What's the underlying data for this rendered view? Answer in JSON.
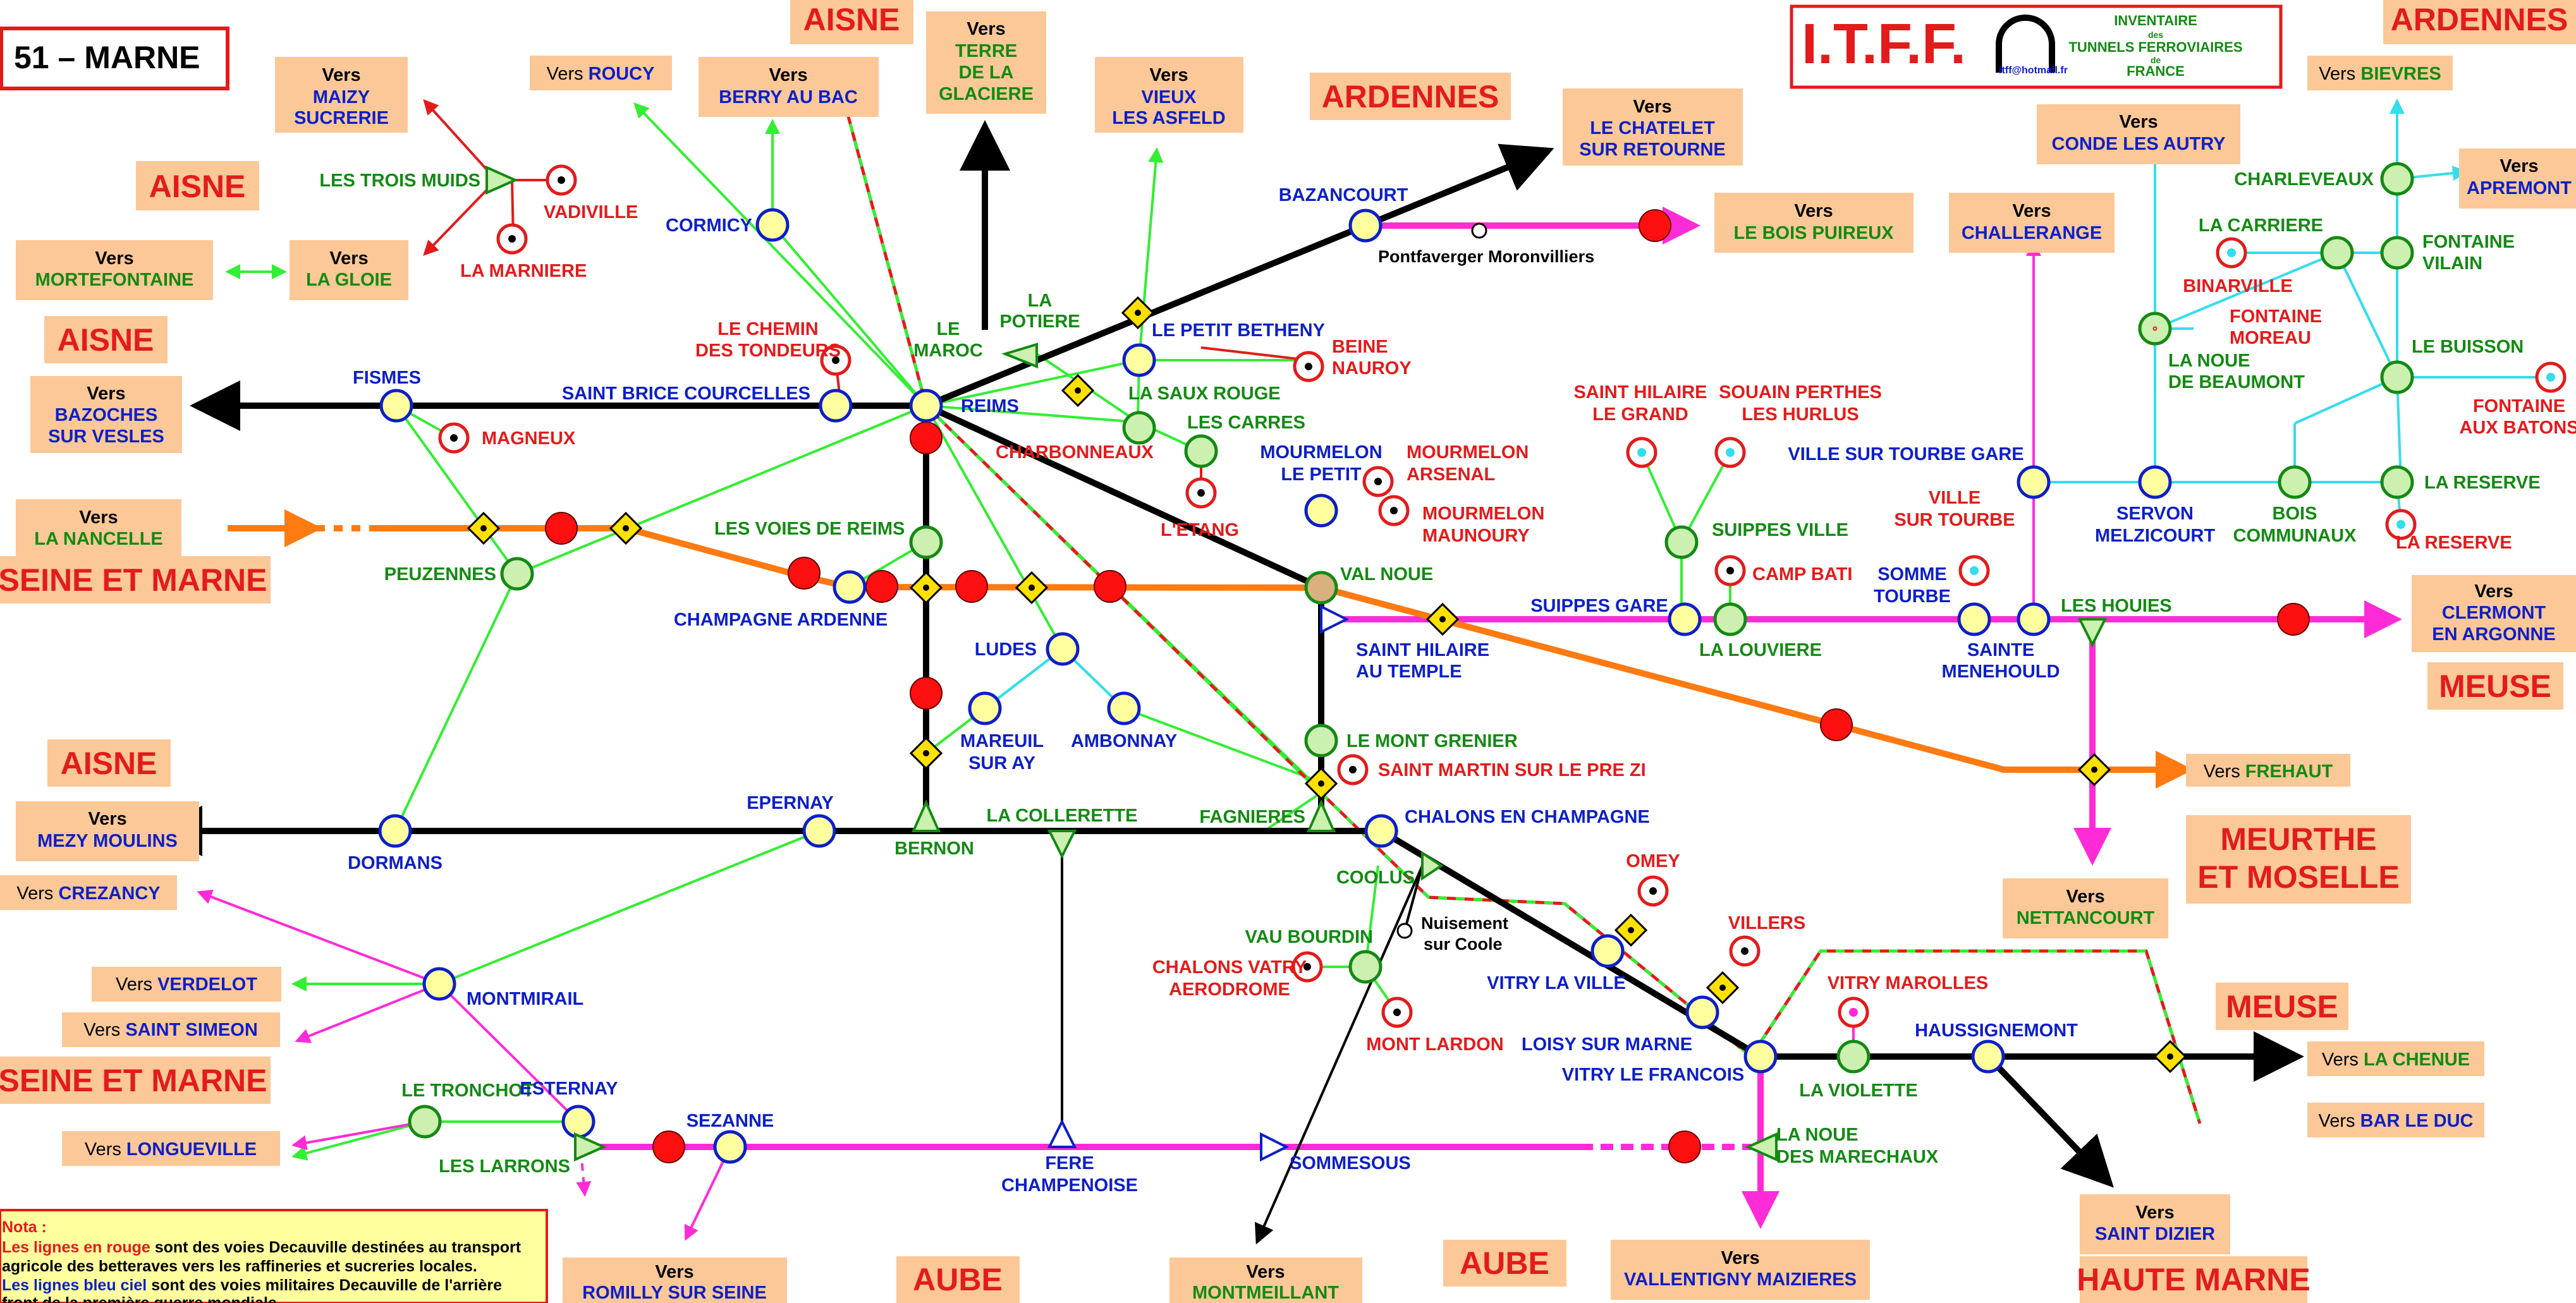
{
  "title": "51 – MARNE",
  "header": {
    "logo_text": "I.T.F.F.",
    "inventory_lines": [
      "INVENTAIRE",
      "des",
      "TUNNELS FERROVIAIRES",
      "de",
      "FRANCE"
    ],
    "email": "itff@hotmail.fr"
  },
  "colors": {
    "main_line": "#000000",
    "secondary_line": "#33ee33",
    "decauville_military": "#33ddee",
    "decauville_agricultural": "#e31b1b",
    "tgv_line": "#ff2bd6",
    "lgv_line": "#ff7a10",
    "box_fill": "#fcc897",
    "region_text": "#e31b1b",
    "station_blue": "#0d1fc7",
    "station_green": "#138a13",
    "station_red": "#e31b1b"
  },
  "regions": [
    {
      "id": "aisne-top",
      "text": "AISNE"
    },
    {
      "id": "aisne-left1",
      "text": "AISNE"
    },
    {
      "id": "aisne-left2",
      "text": "AISNE"
    },
    {
      "id": "aisne-left3",
      "text": "AISNE"
    },
    {
      "id": "ardennes-mid",
      "text": "ARDENNES"
    },
    {
      "id": "ardennes-right",
      "text": "ARDENNES"
    },
    {
      "id": "seine-marne1",
      "text": "SEINE ET MARNE"
    },
    {
      "id": "seine-marne2",
      "text": "SEINE ET MARNE"
    },
    {
      "id": "meuse1",
      "text": "MEUSE"
    },
    {
      "id": "meuse2",
      "text": "MEUSE"
    },
    {
      "id": "meurthe",
      "text": "MEURTHE"
    },
    {
      "id": "moselle",
      "text": "ET MOSELLE"
    },
    {
      "id": "aube1",
      "text": "AUBE"
    },
    {
      "id": "aube2",
      "text": "AUBE"
    },
    {
      "id": "haute-marne",
      "text": "HAUTE MARNE"
    }
  ],
  "destinations": [
    {
      "id": "maizy",
      "vers": "Vers",
      "lines": [
        "MAIZY",
        "SUCRERIE"
      ]
    },
    {
      "id": "roucy",
      "vers": "Vers",
      "lines": [
        "ROUCY"
      ]
    },
    {
      "id": "berry",
      "vers": "Vers",
      "lines": [
        "BERRY AU BAC"
      ]
    },
    {
      "id": "terre",
      "vers": "Vers",
      "lines": [
        "TERRE",
        "DE LA",
        "GLACIERE"
      ]
    },
    {
      "id": "vieux",
      "vers": "Vers",
      "lines": [
        "VIEUX",
        "LES ASFELD"
      ]
    },
    {
      "id": "chatelet",
      "vers": "Vers",
      "lines": [
        "LE CHATELET",
        "SUR RETOURNE"
      ]
    },
    {
      "id": "boispuireux",
      "vers": "Vers",
      "lines": [
        "LE BOIS PUIREUX"
      ]
    },
    {
      "id": "bievres",
      "vers": "Vers",
      "lines": [
        "BIEVRES"
      ]
    },
    {
      "id": "conde",
      "vers": "Vers",
      "lines": [
        "CONDE LES AUTRY"
      ]
    },
    {
      "id": "apremont",
      "vers": "Vers",
      "lines": [
        "APREMONT"
      ]
    },
    {
      "id": "challerange",
      "vers": "Vers",
      "lines": [
        "CHALLERANGE"
      ]
    },
    {
      "id": "mortefontaine",
      "vers": "Vers",
      "lines": [
        "MORTEFONTAINE"
      ]
    },
    {
      "id": "gloie",
      "vers": "Vers",
      "lines": [
        "LA GLOIE"
      ]
    },
    {
      "id": "bazoches",
      "vers": "Vers",
      "lines": [
        "BAZOCHES",
        "SUR VESLES"
      ]
    },
    {
      "id": "nancelle",
      "vers": "Vers",
      "lines": [
        "LA NANCELLE"
      ]
    },
    {
      "id": "clermont",
      "vers": "Vers",
      "lines": [
        "CLERMONT",
        "EN ARGONNE"
      ]
    },
    {
      "id": "frehaut",
      "vers": "Vers",
      "lines": [
        "FREHAUT"
      ]
    },
    {
      "id": "mezy",
      "vers": "Vers",
      "lines": [
        "MEZY MOULINS"
      ]
    },
    {
      "id": "crezancy",
      "vers": "Vers",
      "lines": [
        "CREZANCY"
      ]
    },
    {
      "id": "verdelot",
      "vers": "Vers",
      "lines": [
        "VERDELOT"
      ]
    },
    {
      "id": "simeon",
      "vers": "Vers",
      "lines": [
        "SAINT SIMEON"
      ]
    },
    {
      "id": "longueville",
      "vers": "Vers",
      "lines": [
        "LONGUEVILLE"
      ]
    },
    {
      "id": "nettancourt",
      "vers": "Vers",
      "lines": [
        "NETTANCOURT"
      ]
    },
    {
      "id": "chenue",
      "vers": "Vers",
      "lines": [
        "LA CHENUE"
      ]
    },
    {
      "id": "barleduc",
      "vers": "Vers",
      "lines": [
        "BAR LE DUC"
      ]
    },
    {
      "id": "saintdizier",
      "vers": "Vers",
      "lines": [
        "SAINT DIZIER"
      ]
    },
    {
      "id": "romilly",
      "vers": "Vers",
      "lines": [
        "ROMILLY SUR SEINE"
      ]
    },
    {
      "id": "montmeillant",
      "vers": "Vers",
      "lines": [
        "MONTMEILLANT"
      ]
    },
    {
      "id": "vallentigny",
      "vers": "Vers",
      "lines": [
        "VALLENTIGNY MAIZIERES"
      ]
    }
  ],
  "stations": [
    {
      "id": "fismes",
      "label": [
        "FISMES"
      ],
      "color": "blue"
    },
    {
      "id": "stbrice",
      "label": [
        "SAINT BRICE COURCELLES"
      ],
      "color": "blue"
    },
    {
      "id": "reims",
      "label": [
        "REIMS"
      ],
      "color": "blue"
    },
    {
      "id": "cormicy",
      "label": [
        "CORMICY"
      ],
      "color": "blue"
    },
    {
      "id": "bazancourt",
      "label": [
        "BAZANCOURT"
      ],
      "color": "blue"
    },
    {
      "id": "pontfaverger",
      "label": [
        "Pontfaverger Moronvilliers"
      ],
      "color": "black"
    },
    {
      "id": "troismuids",
      "label": [
        "LES TROIS MUIDS"
      ],
      "color": "green"
    },
    {
      "id": "vadiville",
      "label": [
        "VADIVILLE"
      ],
      "color": "red"
    },
    {
      "id": "marniere",
      "label": [
        "LA MARNIERE"
      ],
      "color": "red"
    },
    {
      "id": "chemin",
      "label": [
        "LE CHEMIN",
        "DES TONDEURS"
      ],
      "color": "red"
    },
    {
      "id": "maroc",
      "label": [
        "LE",
        "MAROC"
      ],
      "color": "green"
    },
    {
      "id": "potiere",
      "label": [
        "LA",
        "POTIERE"
      ],
      "color": "green"
    },
    {
      "id": "bethany",
      "label": [
        "LE PETIT BETHENY"
      ],
      "color": "blue"
    },
    {
      "id": "beine",
      "label": [
        "BEINE",
        "NAUROY"
      ],
      "color": "red"
    },
    {
      "id": "sauxrouge",
      "label": [
        "LA SAUX ROUGE"
      ],
      "color": "green"
    },
    {
      "id": "charbonneaux",
      "label": [
        "CHARBONNEAUX"
      ],
      "color": "red"
    },
    {
      "id": "carres",
      "label": [
        "LES CARRES"
      ],
      "color": "green"
    },
    {
      "id": "etang",
      "label": [
        "L'ETANG"
      ],
      "color": "red"
    },
    {
      "id": "mourmelon",
      "label": [
        "MOURMELON",
        "LE PETIT"
      ],
      "color": "blue"
    },
    {
      "id": "arsenal",
      "label": [
        "MOURMELON",
        "ARSENAL"
      ],
      "color": "red"
    },
    {
      "id": "maunoury",
      "label": [
        "MOURMELON",
        "MAUNOURY"
      ],
      "color": "red"
    },
    {
      "id": "magneux",
      "label": [
        "MAGNEUX"
      ],
      "color": "red"
    },
    {
      "id": "peuzennes",
      "label": [
        "PEUZENNES"
      ],
      "color": "green"
    },
    {
      "id": "voiesreims",
      "label": [
        "LES VOIES DE REIMS"
      ],
      "color": "green"
    },
    {
      "id": "champagne",
      "label": [
        "CHAMPAGNE ARDENNE"
      ],
      "color": "blue"
    },
    {
      "id": "valnoue",
      "label": [
        "VAL NOUE"
      ],
      "color": "green"
    },
    {
      "id": "sthilairetemple",
      "label": [
        "SAINT HILAIRE",
        "AU TEMPLE"
      ],
      "color": "blue"
    },
    {
      "id": "sthilairegrand",
      "label": [
        "SAINT HILAIRE",
        "LE GRAND"
      ],
      "color": "red"
    },
    {
      "id": "souain",
      "label": [
        "SOUAIN PERTHES",
        "LES HURLUS"
      ],
      "color": "red"
    },
    {
      "id": "suippesville",
      "label": [
        "SUIPPES VILLE"
      ],
      "color": "green"
    },
    {
      "id": "campbati",
      "label": [
        "CAMP BATI"
      ],
      "color": "red"
    },
    {
      "id": "suippesgare",
      "label": [
        "SUIPPES GARE"
      ],
      "color": "blue"
    },
    {
      "id": "louviere",
      "label": [
        "LA LOUVIERE"
      ],
      "color": "green"
    },
    {
      "id": "villesurtourbegare",
      "label": [
        "VILLE SUR TOURBE GARE"
      ],
      "color": "blue"
    },
    {
      "id": "villesurtourbe",
      "label": [
        "VILLE",
        "SUR TOURBE"
      ],
      "color": "red"
    },
    {
      "id": "sommetourbe",
      "label": [
        "SOMME",
        "TOURBE"
      ],
      "color": "blue"
    },
    {
      "id": "stmenehould",
      "label": [
        "SAINTE",
        "MENEHOULD"
      ],
      "color": "blue"
    },
    {
      "id": "houies",
      "label": [
        "LES HOUIES"
      ],
      "color": "green"
    },
    {
      "id": "servon",
      "label": [
        "SERVON",
        "MELZICOURT"
      ],
      "color": "blue"
    },
    {
      "id": "boiscomm",
      "label": [
        "BOIS",
        "COMMUNAUX"
      ],
      "color": "green"
    },
    {
      "id": "reserve",
      "label": [
        "LA RESERVE"
      ],
      "color": "green"
    },
    {
      "id": "reserve2",
      "label": [
        "LA RESERVE"
      ],
      "color": "red"
    },
    {
      "id": "charleveaux",
      "label": [
        "CHARLEVEAUX"
      ],
      "color": "green"
    },
    {
      "id": "carriere",
      "label": [
        "LA CARRIERE"
      ],
      "color": "green"
    },
    {
      "id": "fontainevilain",
      "label": [
        "FONTAINE",
        "VILAIN"
      ],
      "color": "green"
    },
    {
      "id": "binarville",
      "label": [
        "BINARVILLE"
      ],
      "color": "red"
    },
    {
      "id": "fontainemoreau",
      "label": [
        "FONTAINE",
        "MOREAU"
      ],
      "color": "red"
    },
    {
      "id": "lanoue",
      "label": [
        "LA NOUE",
        "DE BEAUMONT"
      ],
      "color": "green"
    },
    {
      "id": "buisson",
      "label": [
        "LE BUISSON"
      ],
      "color": "green"
    },
    {
      "id": "fontainebatons",
      "label": [
        "FONTAINE",
        "AUX BATONS"
      ],
      "color": "red"
    },
    {
      "id": "ludes",
      "label": [
        "LUDES"
      ],
      "color": "blue"
    },
    {
      "id": "mareuil",
      "label": [
        "MAREUIL",
        "SUR AY"
      ],
      "color": "blue"
    },
    {
      "id": "ambonnay",
      "label": [
        "AMBONNAY"
      ],
      "color": "blue"
    },
    {
      "id": "montgrenier",
      "label": [
        "LE MONT GRENIER"
      ],
      "color": "green"
    },
    {
      "id": "stmartin",
      "label": [
        "SAINT MARTIN SUR LE PRE ZI"
      ],
      "color": "red"
    },
    {
      "id": "epernay",
      "label": [
        "EPERNAY"
      ],
      "color": "blue"
    },
    {
      "id": "dormans",
      "label": [
        "DORMANS"
      ],
      "color": "blue"
    },
    {
      "id": "bernon",
      "label": [
        "BERNON"
      ],
      "color": "green"
    },
    {
      "id": "collerette",
      "label": [
        "LA COLLERETTE"
      ],
      "color": "green"
    },
    {
      "id": "fagnieres",
      "label": [
        "FAGNIERES"
      ],
      "color": "green"
    },
    {
      "id": "chalons",
      "label": [
        "CHALONS EN CHAMPAGNE"
      ],
      "color": "blue"
    },
    {
      "id": "coolus",
      "label": [
        "COOLUS"
      ],
      "color": "green"
    },
    {
      "id": "nuisement",
      "label": [
        "Nuisement",
        "sur Coole"
      ],
      "color": "black"
    },
    {
      "id": "vaubourdin",
      "label": [
        "VAU BOURDIN"
      ],
      "color": "green"
    },
    {
      "id": "vatry",
      "label": [
        "CHALONS VATRY",
        "AERODROME"
      ],
      "color": "red"
    },
    {
      "id": "montlardon",
      "label": [
        "MONT LARDON"
      ],
      "color": "red"
    },
    {
      "id": "omey",
      "label": [
        "OMEY"
      ],
      "color": "red"
    },
    {
      "id": "villers",
      "label": [
        "VILLERS"
      ],
      "color": "red"
    },
    {
      "id": "vitryville",
      "label": [
        "VITRY LA VILLE"
      ],
      "color": "blue"
    },
    {
      "id": "loisy",
      "label": [
        "LOISY SUR MARNE"
      ],
      "color": "blue"
    },
    {
      "id": "vitryfrancois",
      "label": [
        "VITRY LE FRANCOIS"
      ],
      "color": "blue"
    },
    {
      "id": "vitrymarolles",
      "label": [
        "VITRY MAROLLES"
      ],
      "color": "red"
    },
    {
      "id": "violette",
      "label": [
        "LA VIOLETTE"
      ],
      "color": "green"
    },
    {
      "id": "haussignemont",
      "label": [
        "HAUSSIGNEMONT"
      ],
      "color": "blue"
    },
    {
      "id": "noue",
      "label": [
        "LA NOUE",
        "DES MARECHAUX"
      ],
      "color": "green"
    },
    {
      "id": "montmirail",
      "label": [
        "MONTMIRAIL"
      ],
      "color": "blue"
    },
    {
      "id": "tronchot",
      "label": [
        "LE TRONCHOT"
      ],
      "color": "green"
    },
    {
      "id": "esternay",
      "label": [
        "ESTERNAY"
      ],
      "color": "blue"
    },
    {
      "id": "larrons",
      "label": [
        "LES LARRONS"
      ],
      "color": "green"
    },
    {
      "id": "sezanne",
      "label": [
        "SEZANNE"
      ],
      "color": "blue"
    },
    {
      "id": "fere",
      "label": [
        "FERE",
        "CHAMPENOISE"
      ],
      "color": "blue"
    },
    {
      "id": "sommesous",
      "label": [
        "SOMMESOUS"
      ],
      "color": "blue"
    }
  ],
  "note": {
    "title": "Nota :",
    "line1_strong": "Les lignes en rouge",
    "line1_rest": " sont des voies Decauville destinées au transport",
    "line2": "agricole des betteraves vers les raffineries et sucreries locales.",
    "line3_strong": "Les lignes bleu ciel",
    "line3_rest": " sont des voies militaires Decauville de l'arrière",
    "line4": "front de la première guerre mondiale."
  }
}
